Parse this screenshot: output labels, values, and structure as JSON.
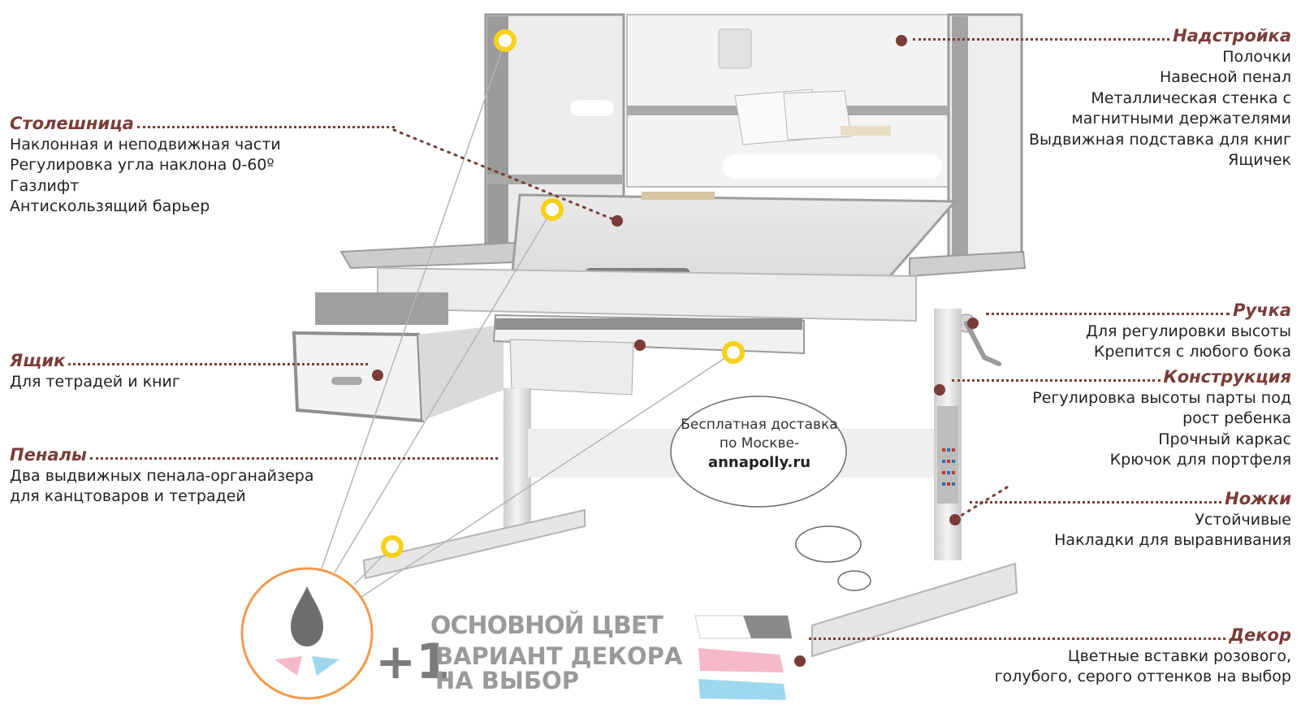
{
  "callouts": {
    "nadstroyka": {
      "title": "Надстройка",
      "items": [
        "Полочки",
        "Навесной пенал",
        "Металлическая стенка с",
        "магнитными держателями",
        "Выдвижная подставка для книг",
        "Ящичек"
      ]
    },
    "stoleshnitsa": {
      "title": "Столешница",
      "items": [
        "Наклонная и неподвижная части",
        "Регулировка угла наклона 0-60º",
        "Газлифт",
        "Антискользящий барьер"
      ]
    },
    "ruchka": {
      "title": "Ручка",
      "items": [
        "Для регулировки высоты",
        "Крепится с любого бока"
      ]
    },
    "konstruktsiya": {
      "title": "Конструкция",
      "items": [
        "Регулировка высоты парты под",
        "рост ребенка",
        "Прочный каркас",
        "Крючок для портфеля"
      ]
    },
    "yashchik": {
      "title": "Ящик",
      "items": [
        "Для тетрадей и книг"
      ]
    },
    "penaly": {
      "title": "Пеналы",
      "items": [
        "Два выдвижных пенала-органайзера",
        "для канцтоваров и тетрадей"
      ]
    },
    "nozhki": {
      "title": "Ножки",
      "items": [
        "Устойчивые",
        "Накладки для выравнивания"
      ]
    },
    "dekor": {
      "title": "Декор",
      "items": [
        "Цветные вставки розового,",
        "голубого, серого оттенков на выбор"
      ]
    }
  },
  "delivery": {
    "line1": "Бесплатная доставка",
    "line2": "по Москве-",
    "site": "annapolly.ru"
  },
  "color_block": {
    "main_color": "ОСНОВНОЙ ЦВЕТ",
    "plus": "+1",
    "decor_line1": "ВАРИАНТ ДЕКОРА",
    "decor_line2": "НА ВЫБОР"
  },
  "colors": {
    "accent": "#7a3c38",
    "marker_yellow": "#f6d21a",
    "badge_orange": "#f39a4c",
    "swatch_pink": "#f6b9c9",
    "swatch_blue": "#9ed8ee",
    "swatch_gray": "#8a8a8a",
    "desk_white": "#f2f2f2",
    "desk_gray": "#a9a9a9"
  },
  "icons": [
    "water-drop-icon",
    "color-swatch-icon"
  ]
}
